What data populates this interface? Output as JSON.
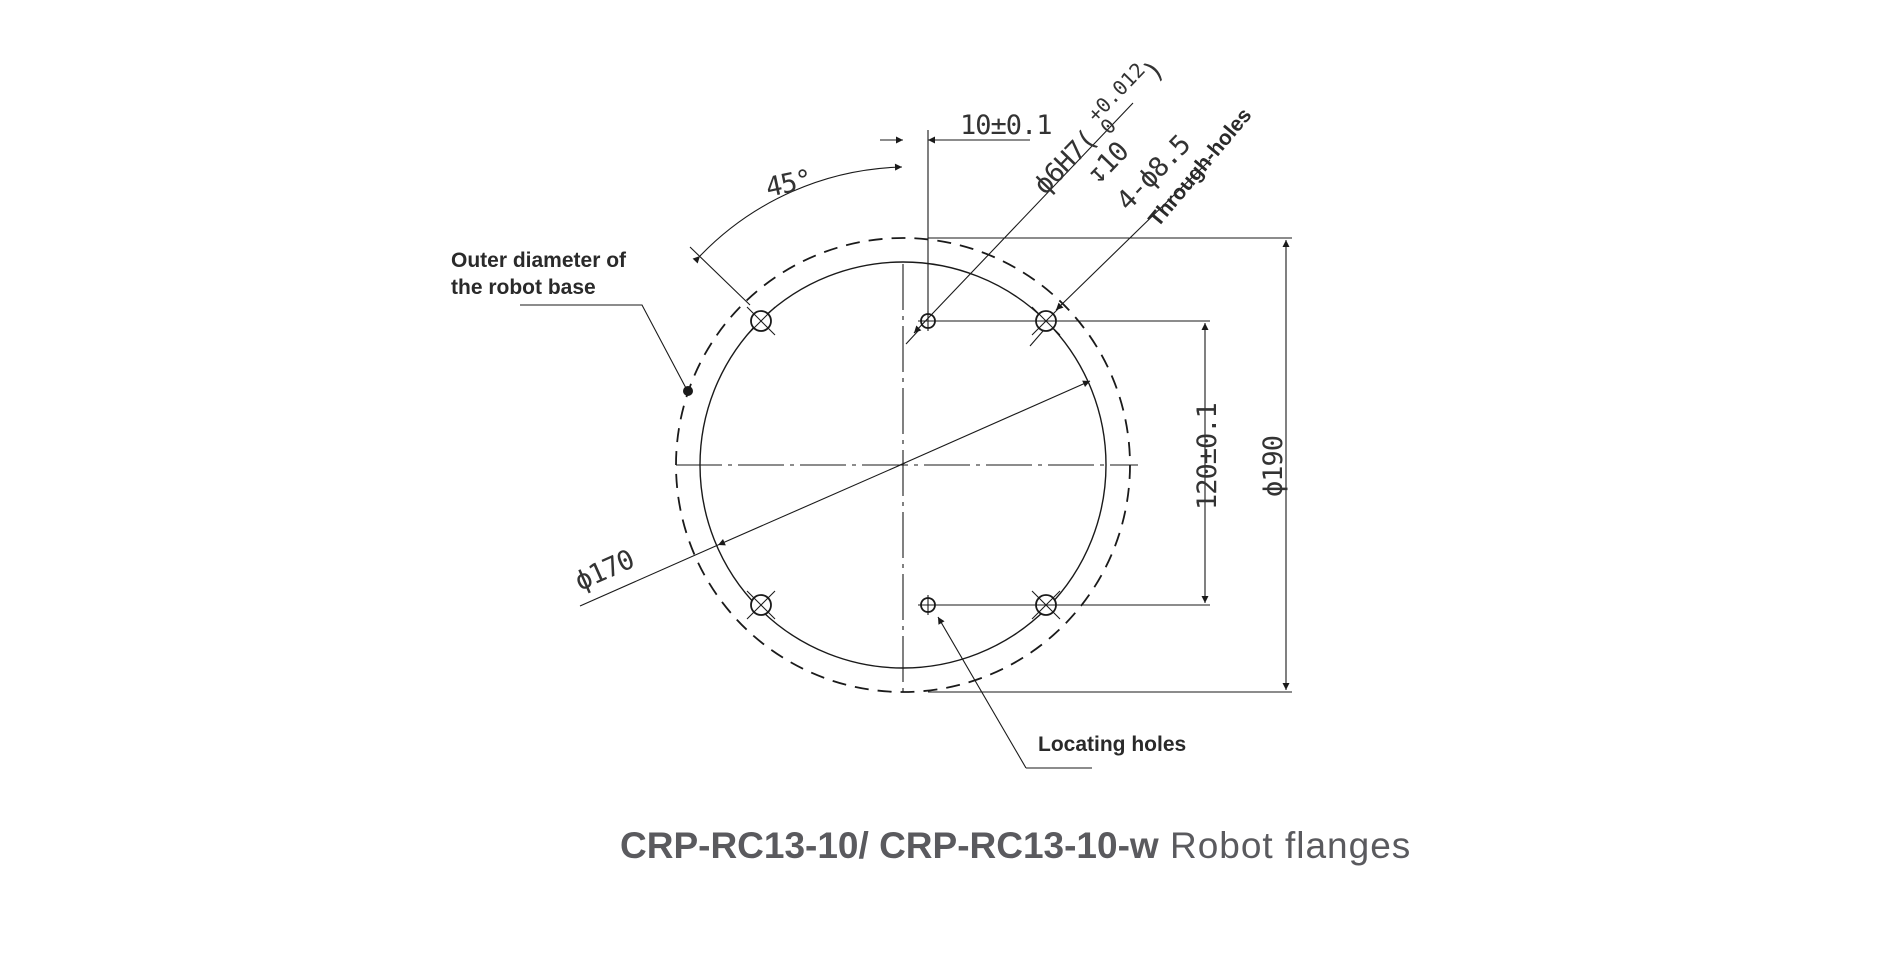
{
  "diagram": {
    "dimensions": {
      "offset": "10±0.1",
      "pin_hole": "ϕ6H7(",
      "pin_tol_upper": "+0.012",
      "pin_tol_lower": "0",
      "pin_hole_close": ")",
      "depth": "↧10",
      "through_holes": "4-ϕ8.5",
      "angle": "45°",
      "pitch_circle": "ϕ170",
      "spacing": "120±0.1",
      "outer_diameter": "ϕ190"
    },
    "callouts": {
      "outer_line1": "Outer diameter of",
      "outer_line2": "the robot base",
      "through_holes": "Through-holes",
      "locating_holes": "Locating holes"
    }
  },
  "caption": {
    "model": "CRP-RC13-10/ CRP-RC13-10-w",
    "description": " Robot flanges"
  }
}
